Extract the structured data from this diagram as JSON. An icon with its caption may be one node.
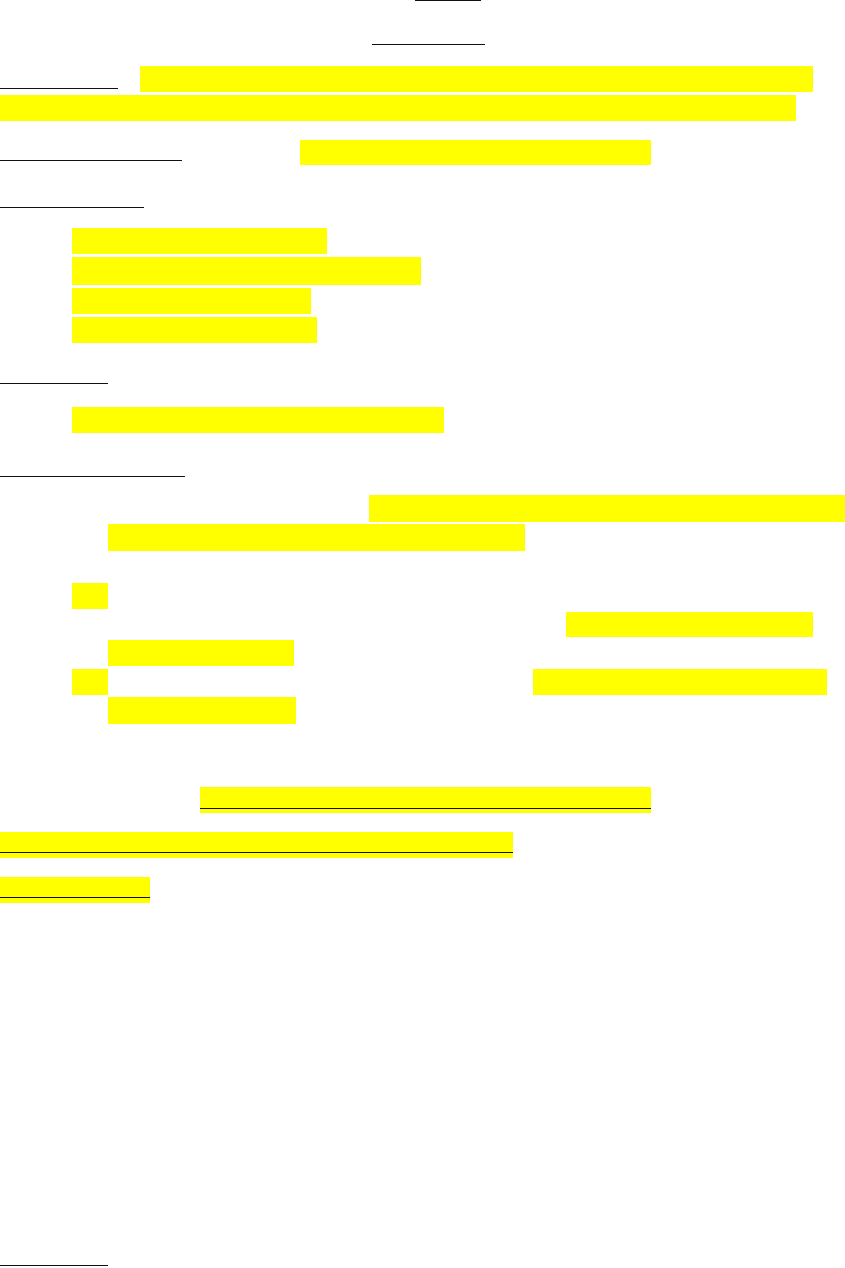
{
  "diagram": {
    "nodes": [
      {
        "text": [],
        "shape": "bar"
      },
      {
        "text": [],
        "shape": "bar"
      },
      {
        "text": [],
        "shape": "bar"
      },
      {
        "text": [],
        "shape": "bar"
      },
      {
        "text": [],
        "shape": "bar"
      },
      {
        "text": [],
        "shape": "bar"
      },
      {
        "text": [],
        "shape": "bar"
      },
      {
        "text": [],
        "shape": "bar"
      },
      {
        "text": [],
        "shape": "bar"
      },
      {
        "text": [],
        "shape": "bar"
      },
      {
        "text": [],
        "shape": "bar"
      },
      {
        "text": [],
        "shape": "bar"
      },
      {
        "text": [],
        "shape": "bar"
      },
      {
        "text": [],
        "shape": "bar"
      },
      {
        "text": [],
        "shape": "bar"
      },
      {
        "text": [],
        "shape": "bar"
      },
      {
        "text": [],
        "shape": "bar"
      },
      {
        "text": [],
        "shape": "bar"
      },
      {
        "text": [],
        "shape": "bar"
      }
    ]
  }
}
